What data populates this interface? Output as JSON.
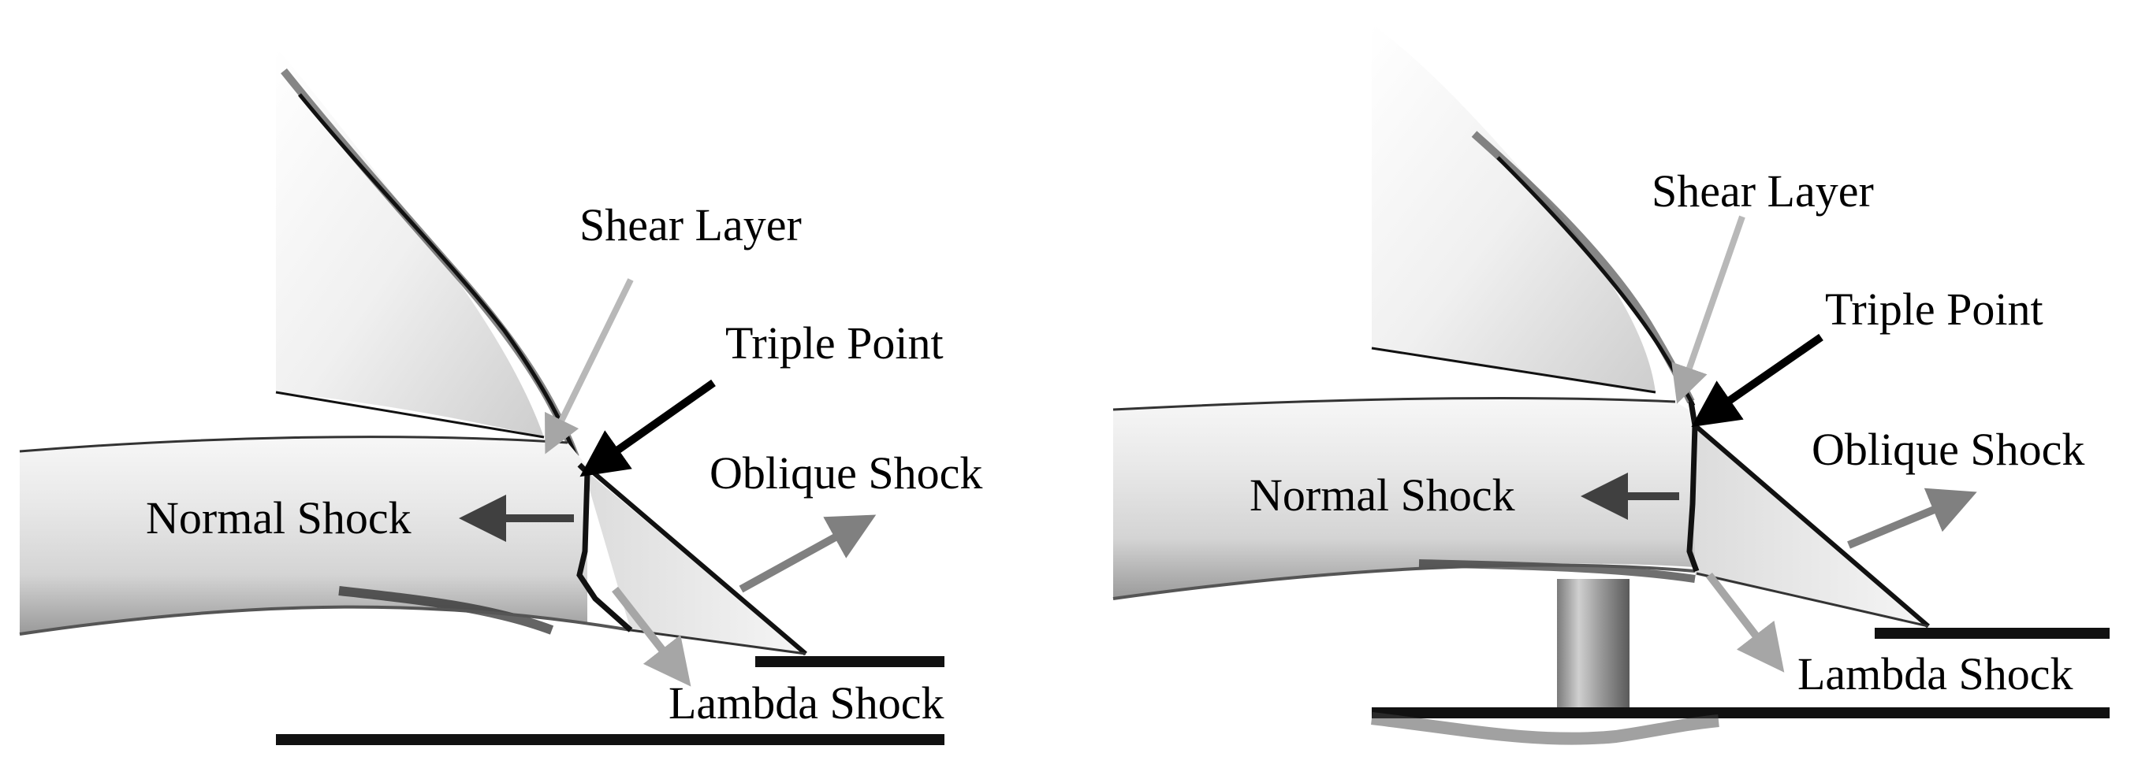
{
  "panels": [
    {
      "id": "left",
      "labels": {
        "shear_layer": "Shear Layer",
        "triple_point": "Triple Point",
        "oblique_shock": "Oblique Shock",
        "normal_shock": "Normal Shock",
        "lambda_shock": "Lambda Shock"
      }
    },
    {
      "id": "right",
      "labels": {
        "shear_layer": "Shear Layer",
        "triple_point": "Triple Point",
        "oblique_shock": "Oblique Shock",
        "normal_shock": "Normal Shock",
        "lambda_shock": "Lambda Shock"
      }
    }
  ],
  "colors": {
    "arrow_black": "#000000",
    "arrow_dark_gray": "#404040",
    "arrow_mid_gray": "#808080",
    "arrow_light_gray": "#b8b8b8",
    "shock_line": "#111111",
    "jet_shade": "#d9d9d9"
  }
}
